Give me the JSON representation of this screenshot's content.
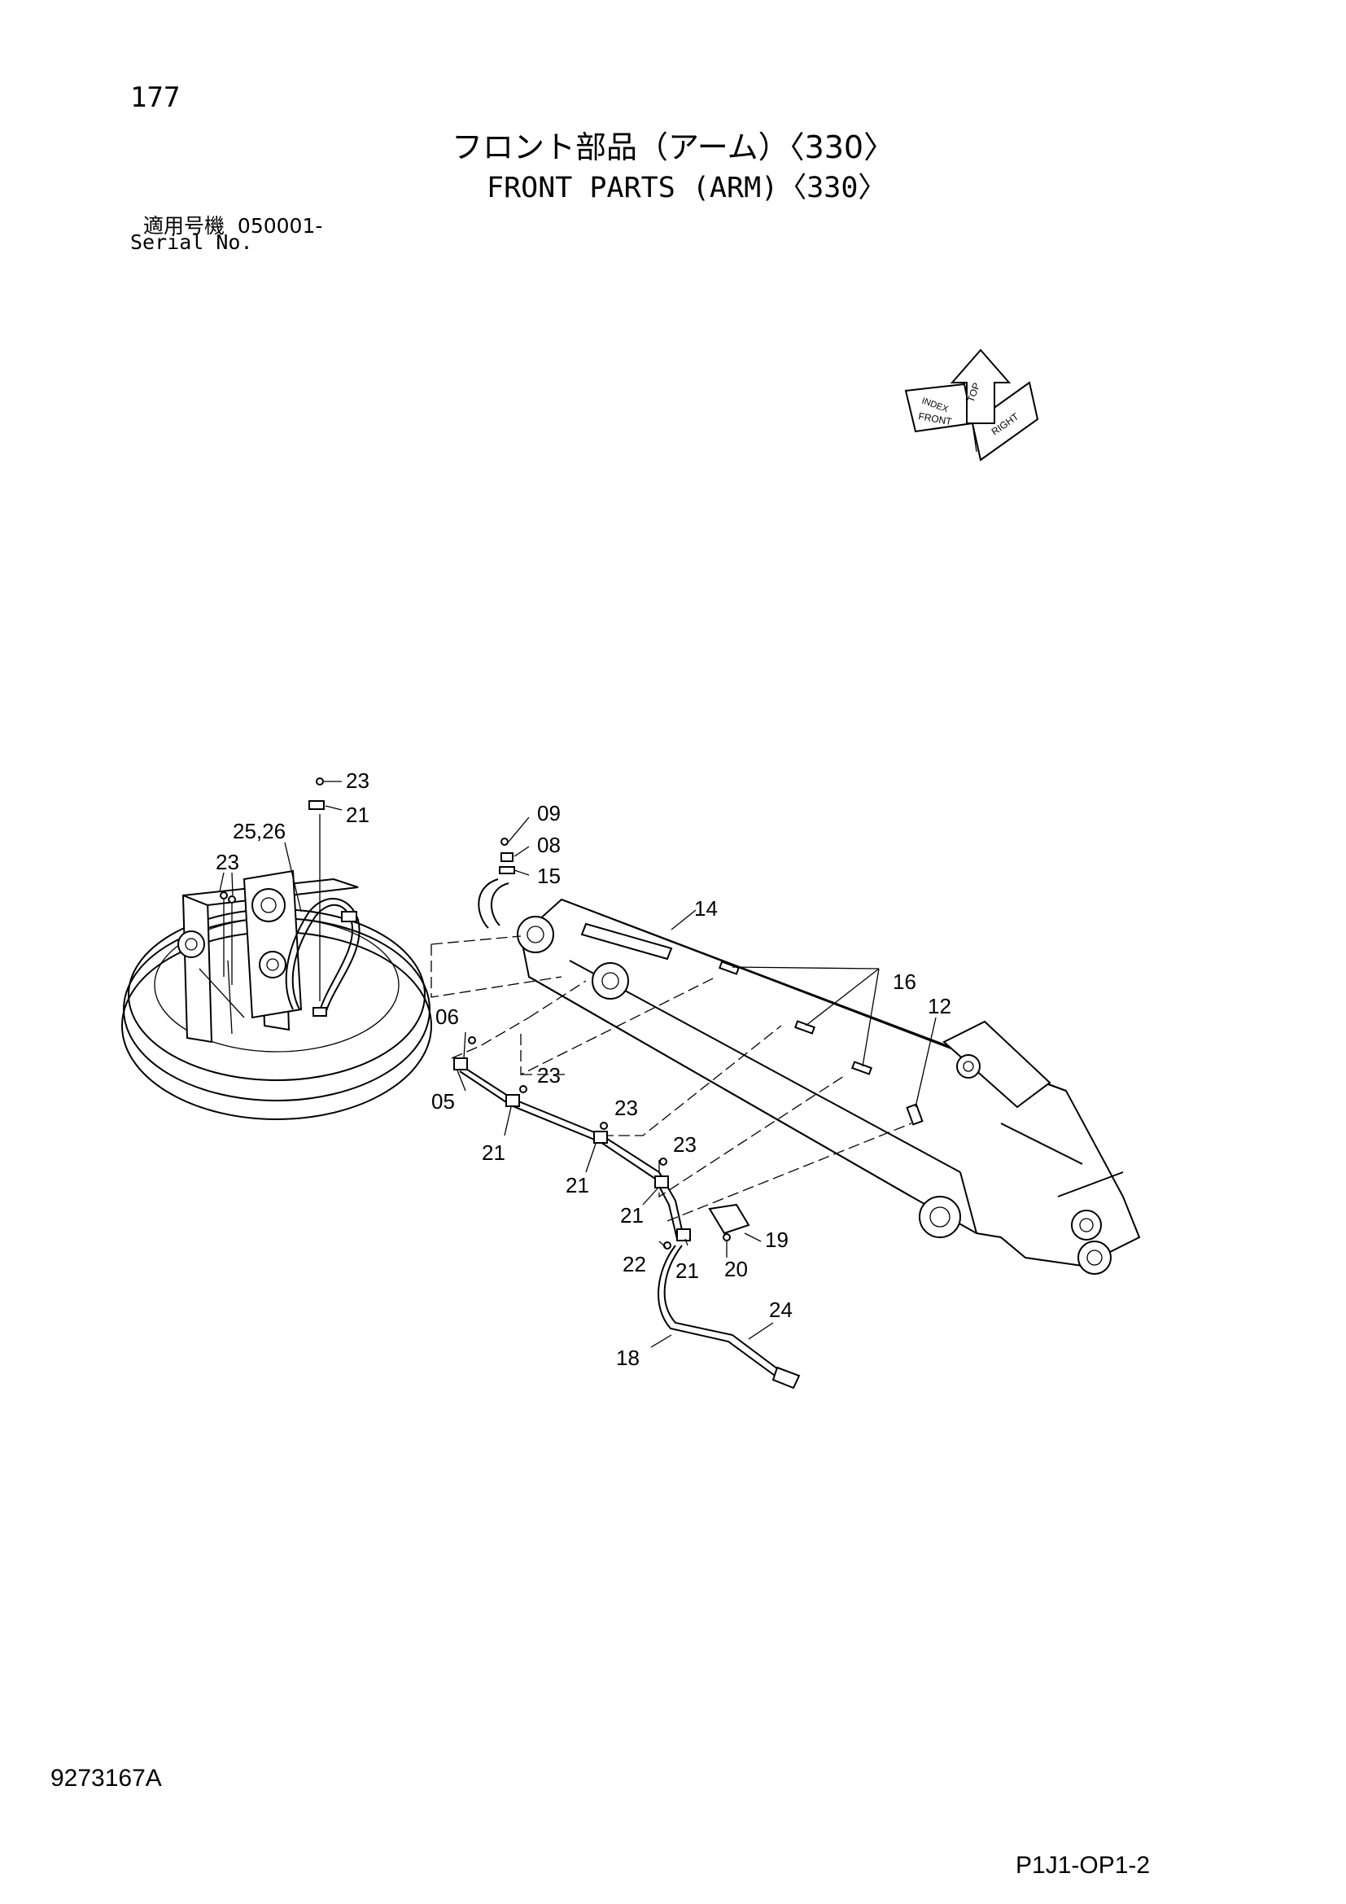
{
  "header": {
    "page_number": "177",
    "title_ja": "フロント部品（アーム）〈330〉",
    "title_en": "FRONT PARTS (ARM)〈330〉",
    "serial_label_ja": "適用号機",
    "serial_value": "050001-",
    "serial_label_en": "Serial No."
  },
  "orientation_icon": {
    "labels": [
      "TOP",
      "FRONT",
      "RIGHT",
      "INDEX"
    ]
  },
  "callouts": [
    "23",
    "21",
    "25,26",
    "23",
    "09",
    "08",
    "15",
    "14",
    "16",
    "12",
    "06",
    "05",
    "23",
    "23",
    "23",
    "21",
    "21",
    "21",
    "22",
    "21",
    "20",
    "19",
    "24",
    "18"
  ],
  "footer": {
    "document_code": "9273167A",
    "page_code": "P1J1-OP1-2"
  }
}
